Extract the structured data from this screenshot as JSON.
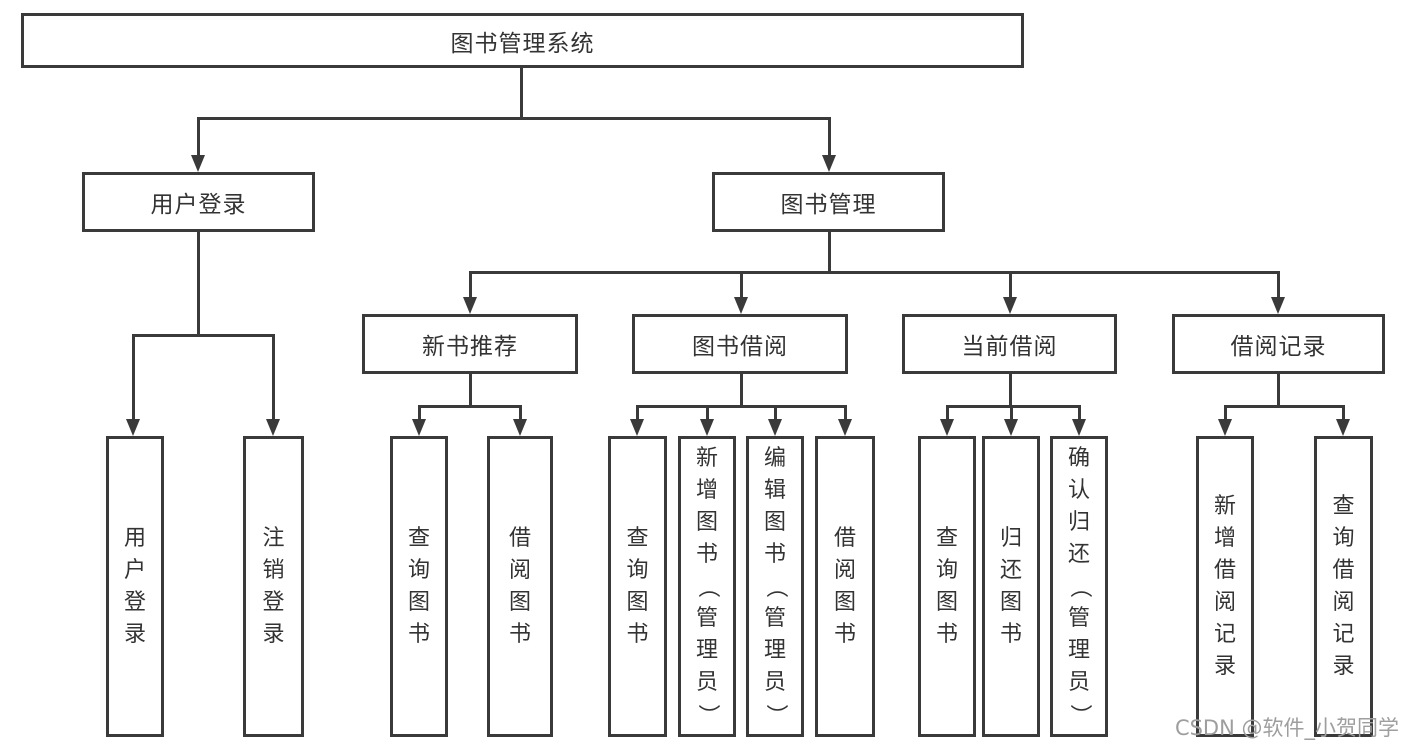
{
  "root": {
    "label": "图书管理系统"
  },
  "level2": [
    {
      "label": "用户登录"
    },
    {
      "label": "图书管理"
    }
  ],
  "level3": [
    {
      "label": "新书推荐"
    },
    {
      "label": "图书借阅"
    },
    {
      "label": "当前借阅"
    },
    {
      "label": "借阅记录"
    }
  ],
  "leaves": {
    "user_login": [
      "用户登录",
      "注销登录"
    ],
    "new_books": [
      "查询图书",
      "借阅图书"
    ],
    "book_borrow": [
      "查询图书",
      "新增图书（管理员）",
      "编辑图书（管理员）",
      "借阅图书"
    ],
    "current_borrow": [
      "查询图书",
      "归还图书",
      "确认归还（管理员）"
    ],
    "borrow_records": [
      "新增借阅记录",
      "查询借阅记录"
    ]
  },
  "watermark": "CSDN @软件_小贺同学",
  "colors": {
    "line": "#3a3a3a",
    "text": "#333333",
    "watermark": "#9e9e9e",
    "background": "#ffffff"
  }
}
